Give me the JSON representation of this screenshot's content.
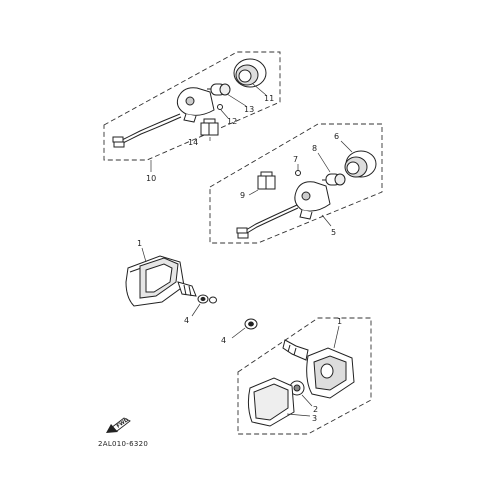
{
  "diagram": {
    "drawing_code": "2AL010-6320",
    "fwd_label": "FWD",
    "callouts": {
      "c1_top": "1",
      "c1_bottom": "1",
      "c2": "2",
      "c3": "3",
      "c4_left": "4",
      "c4_right": "4",
      "c5": "5",
      "c6": "6",
      "c7": "7",
      "c8": "8",
      "c9": "9",
      "c10": "10",
      "c11": "11",
      "c12": "12",
      "c13": "13",
      "c14": "14"
    }
  }
}
